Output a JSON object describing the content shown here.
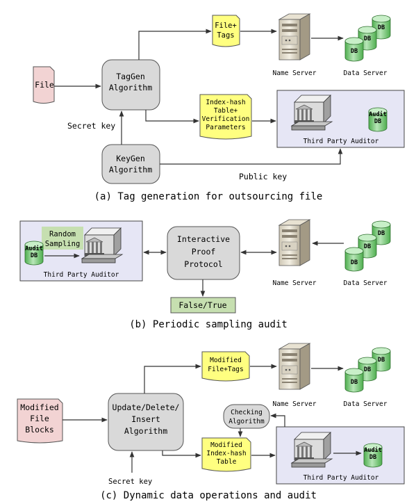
{
  "panel_a": {
    "file": "File",
    "taggen": [
      "TagGen",
      "Algorithm"
    ],
    "keygen": [
      "KeyGen",
      "Algorithm"
    ],
    "file_tags": [
      "File+",
      "Tags"
    ],
    "index_hash": [
      "Index-hash",
      "Table+",
      "Verification",
      "Parameters"
    ],
    "name_server": "Name Server",
    "data_server": "Data Server",
    "tpa": "Third Party Auditor",
    "secret_key": "Secret key",
    "public_key": "Public key",
    "db_label": "DB",
    "audit_db": [
      "Audit",
      "DB"
    ],
    "caption": "(a) Tag generation for outsourcing file"
  },
  "panel_b": {
    "random_sampling": [
      "Random",
      "Sampling"
    ],
    "audit_db": [
      "Audit",
      "DB"
    ],
    "tpa": "Third Party Auditor",
    "protocol": [
      "Interactive",
      "Proof",
      "Protocol"
    ],
    "result": "False/True",
    "name_server": "Name Server",
    "data_server": "Data Server",
    "db_label": "DB",
    "caption": "(b) Periodic sampling audit"
  },
  "panel_c": {
    "modified_blocks": [
      "Modified",
      "File",
      "Blocks"
    ],
    "update": [
      "Update/Delete/",
      "Insert",
      "Algorithm"
    ],
    "modified_file_tags": [
      "Modified",
      "File+Tags"
    ],
    "checking": [
      "Checking",
      "Algorithm"
    ],
    "modified_index": [
      "Modified",
      "Index-hash",
      "Table"
    ],
    "name_server": "Name Server",
    "data_server": "Data Server",
    "tpa": "Third Party Auditor",
    "secret_key": "Secret key",
    "db_label": "DB",
    "audit_db": [
      "Audit",
      "DB"
    ],
    "caption": "(c) Dynamic data operations and audit"
  },
  "colors": {
    "doc_pink": "#f2d3d3",
    "doc_yellow": "#ffff80",
    "process_gray": "#d9d9d9",
    "tpa_bg": "#e6e6f5",
    "db_green": "#8fd18f",
    "result_green": "#c6dfb0"
  }
}
